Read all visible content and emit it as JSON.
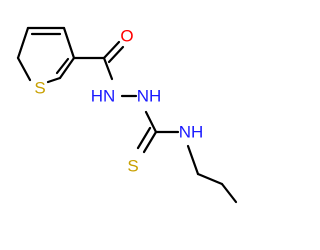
{
  "molecule": {
    "atoms": {
      "ring_s": "S",
      "carbonyl_o": "O",
      "hydrazide_nh_1": "HN",
      "hydrazide_nh_2": "NH",
      "thio_s": "S",
      "amine_nh": "NH"
    },
    "colors": {
      "sulfur": "#c8a000",
      "oxygen": "#ff0000",
      "nitrogen": "#1a1aff",
      "bond": "#000000"
    }
  }
}
